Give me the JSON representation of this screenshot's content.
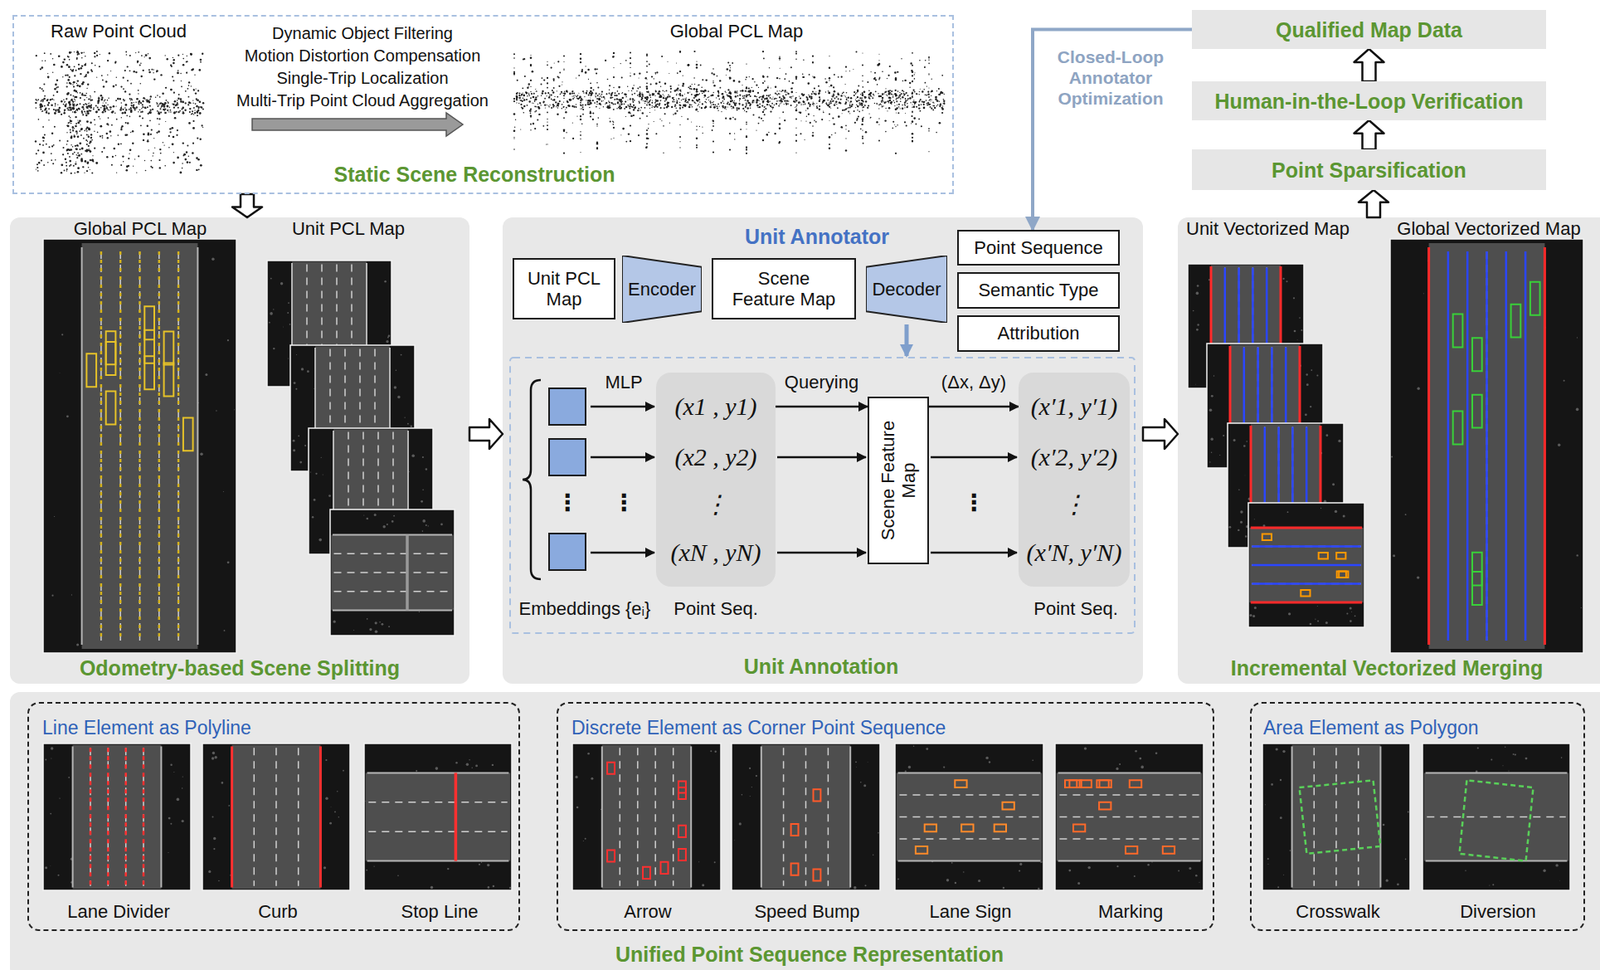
{
  "diagram": {
    "nodes": [
      {
        "text": [
          "Static Scene Reconstruction"
        ]
      },
      {
        "text": [
          "Qualified Map Data"
        ]
      },
      {
        "text": [
          "Human-in-the-Loop Verification"
        ]
      },
      {
        "text": [
          "Point Sparsification"
        ]
      },
      {
        "text": [
          "Odometry-based Scene Splitting"
        ]
      },
      {
        "text": [
          "Unit Annotator",
          "Unit Annotation"
        ]
      },
      {
        "text": [
          "Unit PCL Map"
        ],
        "in": 5
      },
      {
        "text": [
          "Encoder"
        ],
        "in": 5
      },
      {
        "text": [
          "Scene Feature Map"
        ],
        "in": 5
      },
      {
        "text": [
          "Decoder"
        ],
        "in": 5
      },
      {
        "text": [
          "Point Sequence"
        ],
        "in": 5
      },
      {
        "text": [
          "Semantic Type"
        ],
        "in": 5
      },
      {
        "text": [
          "Attribution"
        ],
        "in": 5
      },
      {
        "text": [
          "(x1 , y1)",
          "(x2 , y2)",
          "⋮",
          "(xN , yN)",
          "Point Seq."
        ],
        "in": 5
      },
      {
        "text": [
          "Scene Feature Map"
        ],
        "in": 5
      },
      {
        "text": [
          "(x′1, y′1)",
          "(x′2, y′2)",
          "⋮",
          "(x′N, y′N)",
          "Point Seq."
        ],
        "in": 5
      },
      {
        "text": [
          "Incremental Vectorized Merging"
        ]
      },
      {
        "text": [
          "Unified Point Sequence Representation"
        ]
      },
      {
        "text": [
          "Line Element as Polyline",
          "Lane Divider",
          "Curb",
          "Stop Line"
        ],
        "in": 17
      },
      {
        "text": [
          "Discrete Element as Corner Point Sequence",
          "Arrow",
          "Speed Bump",
          "Lane Sign",
          "Marking"
        ],
        "in": 17
      },
      {
        "text": [
          "Area Element as Polygon",
          "Crosswalk",
          "Diversion"
        ],
        "in": 17
      }
    ],
    "edges": [
      {
        "from": 0,
        "to": 4,
        "arrow": "to"
      },
      {
        "from": 4,
        "to": 5,
        "arrow": "to"
      },
      {
        "from": 5,
        "to": 16,
        "arrow": "to"
      },
      {
        "from": 16,
        "to": 3,
        "arrow": "to"
      },
      {
        "from": 3,
        "to": 2,
        "arrow": "to"
      },
      {
        "from": 2,
        "to": 1,
        "arrow": "to"
      },
      {
        "from": 1,
        "to": 10,
        "label": "Closed-Loop Annotator Optimization",
        "arrow": "to"
      },
      {
        "from": 13,
        "to": 14,
        "label": "Querying",
        "arrow": "to"
      },
      {
        "from": 14,
        "to": 15,
        "label": "(Δx, Δy)",
        "arrow": "to"
      }
    ],
    "labels": [
      "Raw Point Cloud",
      "Dynamic Object Filtering",
      "Motion Distortion Compensation",
      "Single-Trip Localization",
      "Multi-Trip Point Cloud Aggregation",
      "Global PCL Map",
      "Global PCL Map",
      "Unit PCL Map",
      "MLP",
      "⋮",
      "⋮",
      "Embeddings {eᵢ}",
      "⋮",
      "Unit Vectorized Map",
      "Global Vectorized Map"
    ]
  }
}
